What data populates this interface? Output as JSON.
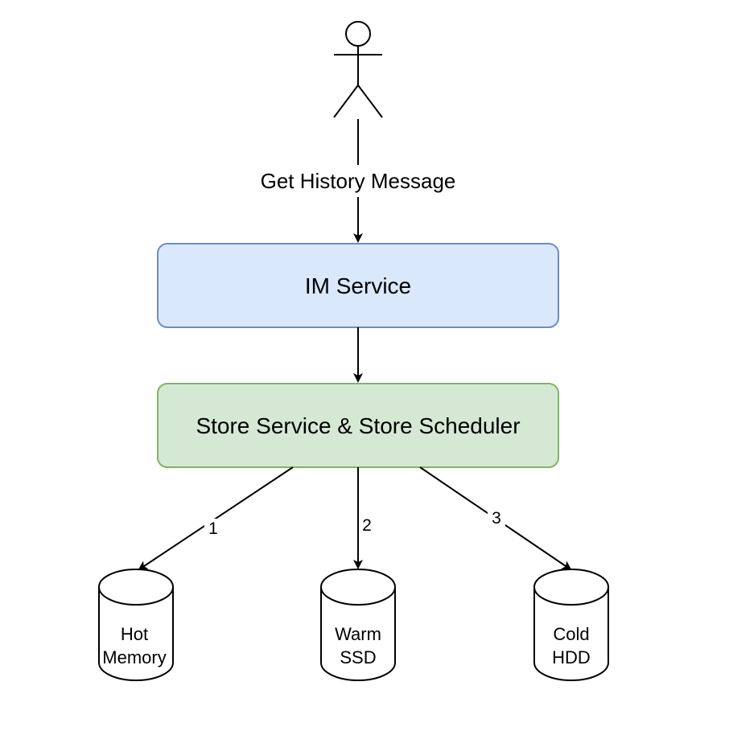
{
  "actor": {
    "icon": "user-actor-icon"
  },
  "edges": {
    "actor_to_im": {
      "label": "Get History Message"
    },
    "to_hot": {
      "label": "1"
    },
    "to_warm": {
      "label": "2"
    },
    "to_cold": {
      "label": "3"
    }
  },
  "nodes": {
    "im_service": {
      "label": "IM Service",
      "fill": "#dae8fc",
      "stroke": "#6c8ebf"
    },
    "store_service": {
      "label": "Store Service & Store Scheduler",
      "fill": "#d5e8d4",
      "stroke": "#82b366"
    }
  },
  "storage": [
    {
      "line1": "Hot",
      "line2": "Memory"
    },
    {
      "line1": "Warm",
      "line2": "SSD"
    },
    {
      "line1": "Cold",
      "line2": "HDD"
    }
  ]
}
